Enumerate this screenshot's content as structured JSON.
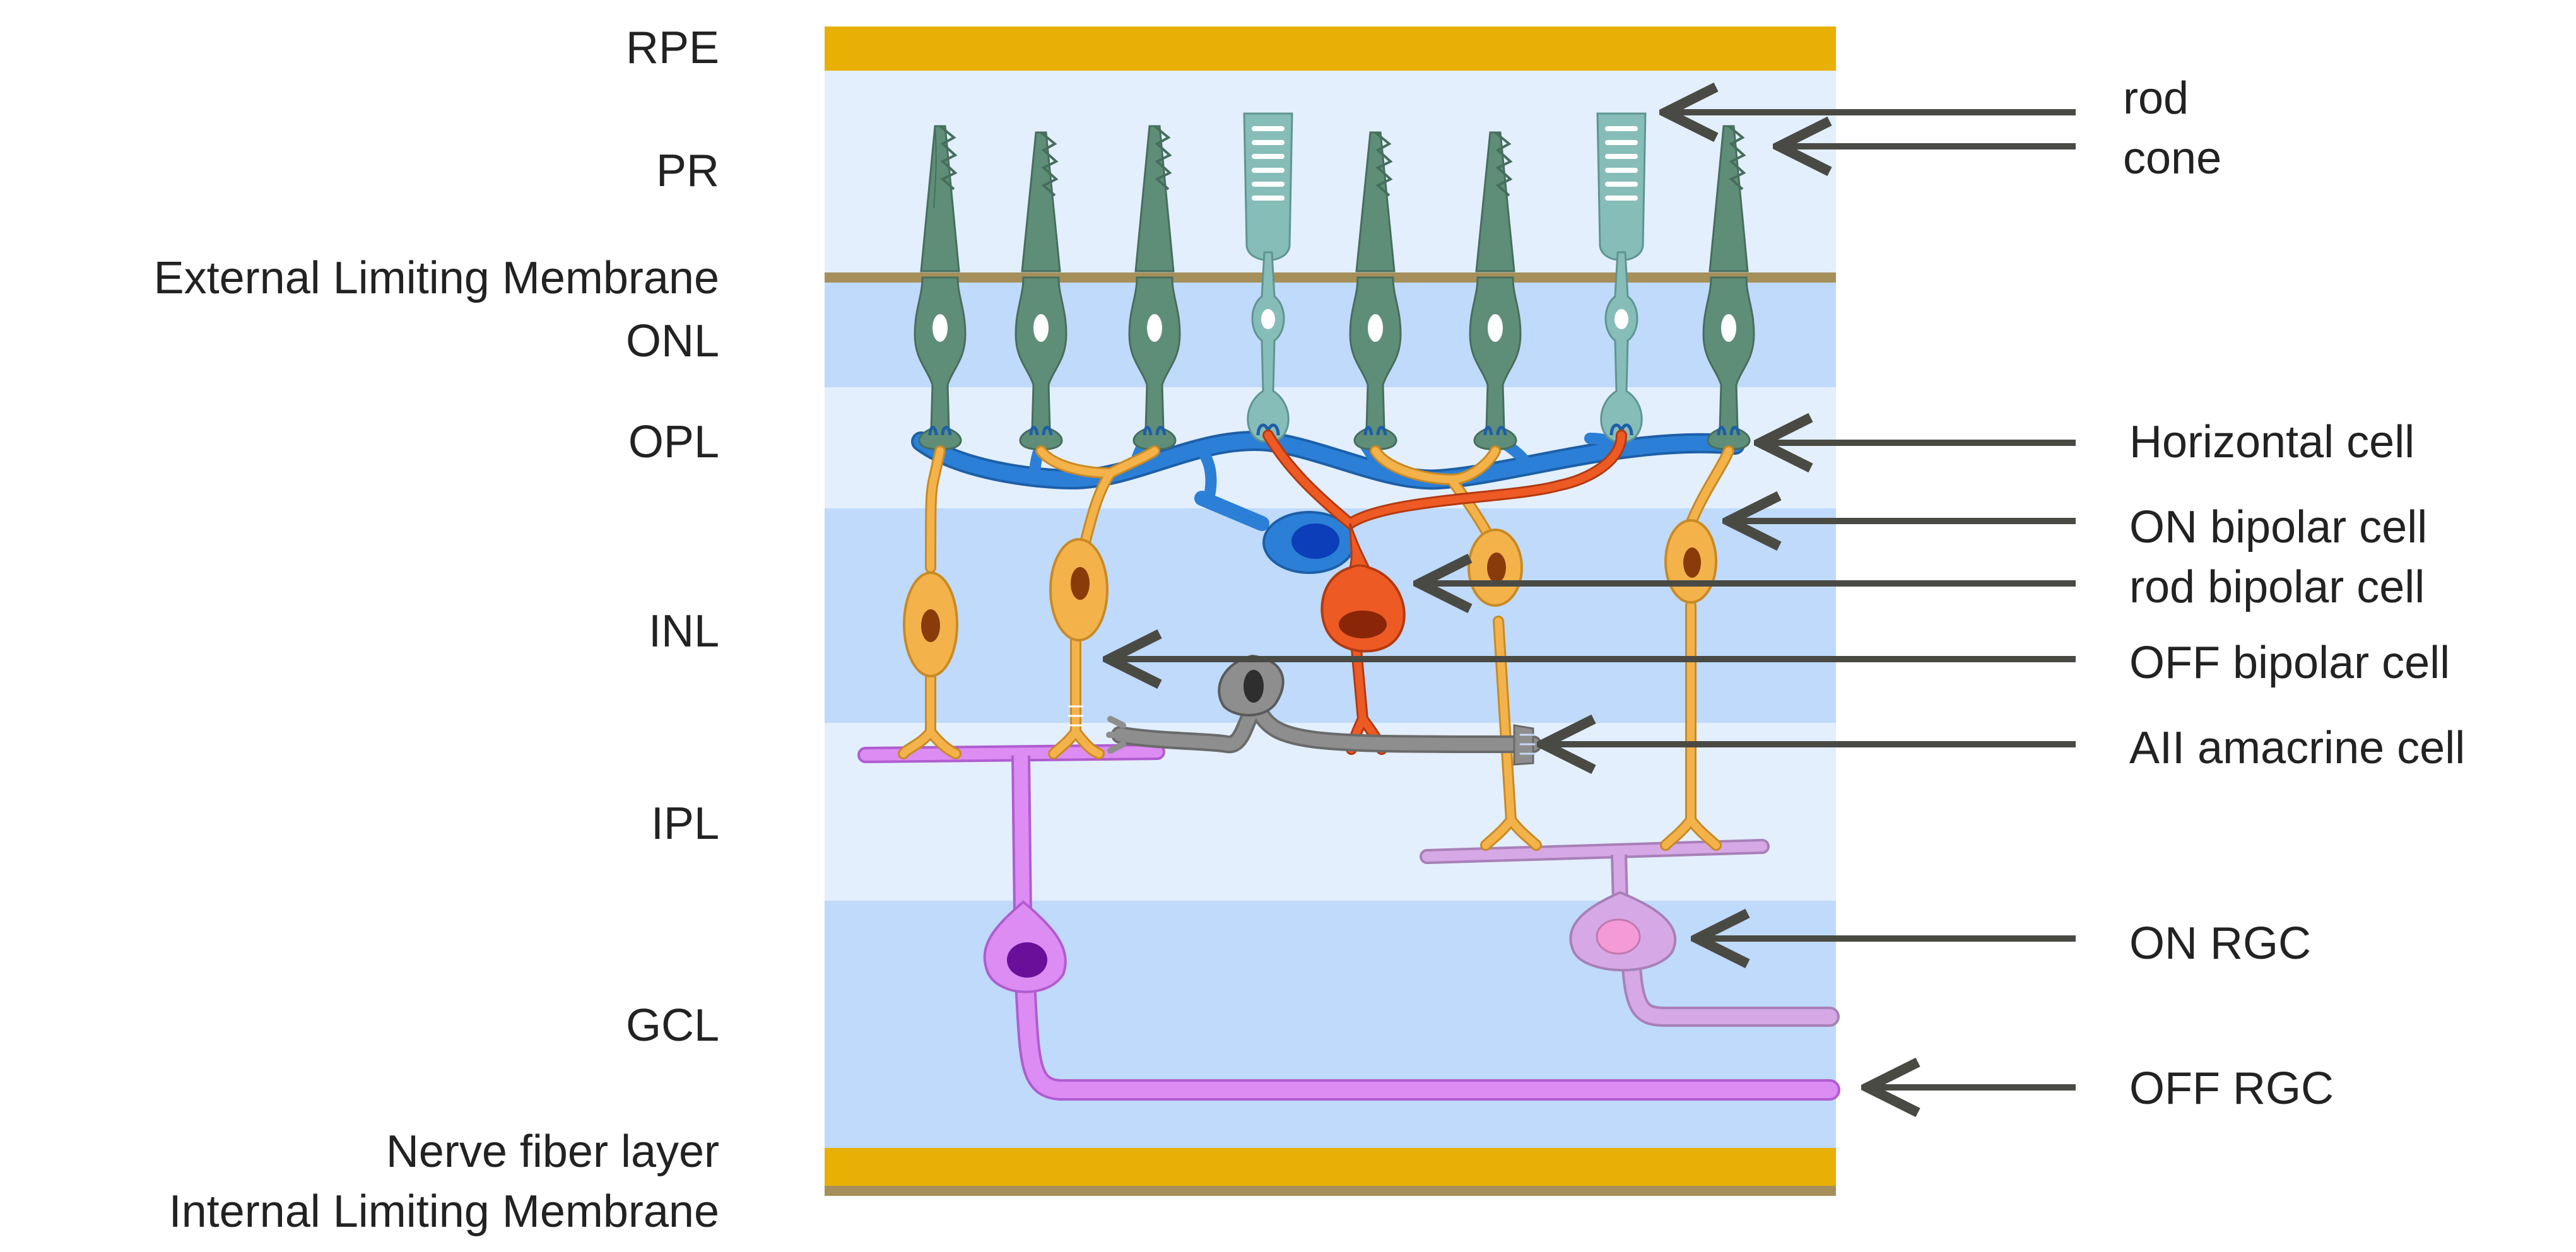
{
  "layers": [
    {
      "id": "rpe",
      "label": "RPE"
    },
    {
      "id": "pr",
      "label": "PR"
    },
    {
      "id": "elm",
      "label": "External Limiting Membrane"
    },
    {
      "id": "onl",
      "label": "ONL"
    },
    {
      "id": "opl",
      "label": "OPL"
    },
    {
      "id": "inl",
      "label": "INL"
    },
    {
      "id": "ipl",
      "label": "IPL"
    },
    {
      "id": "gcl",
      "label": "GCL"
    },
    {
      "id": "nfl",
      "label": "Nerve fiber layer"
    },
    {
      "id": "ilm",
      "label": "Internal Limiting Membrane"
    }
  ],
  "cells": [
    {
      "id": "rod",
      "label": "rod"
    },
    {
      "id": "cone",
      "label": "cone"
    },
    {
      "id": "horizontal",
      "label": "Horizontal cell"
    },
    {
      "id": "on-bipolar",
      "label": "ON bipolar cell"
    },
    {
      "id": "rod-bipolar",
      "label": "rod bipolar cell"
    },
    {
      "id": "off-bipolar",
      "label": "OFF bipolar cell"
    },
    {
      "id": "aii-amacrine",
      "label": "AII amacrine cell"
    },
    {
      "id": "on-rgc",
      "label": "ON RGC"
    },
    {
      "id": "off-rgc",
      "label": "OFF RGC"
    }
  ],
  "colors": {
    "rpe_band": "#e8b004",
    "membrane": "#a58f5a",
    "band_light": "#e3effd",
    "band_dark": "#bfdafb",
    "cone_cell": "#5f8e78",
    "rod_cell": "#87bdb8",
    "horizontal_cell": "#2b7fd6",
    "bipolar_cell": "#f4b24a",
    "rod_bipolar_cell": "#ee5a24",
    "amacrine_cell": "#8e8e8e",
    "on_rgc": "#d6a8e6",
    "off_rgc": "#dc8cf2",
    "arrow": "#4a4a44"
  }
}
